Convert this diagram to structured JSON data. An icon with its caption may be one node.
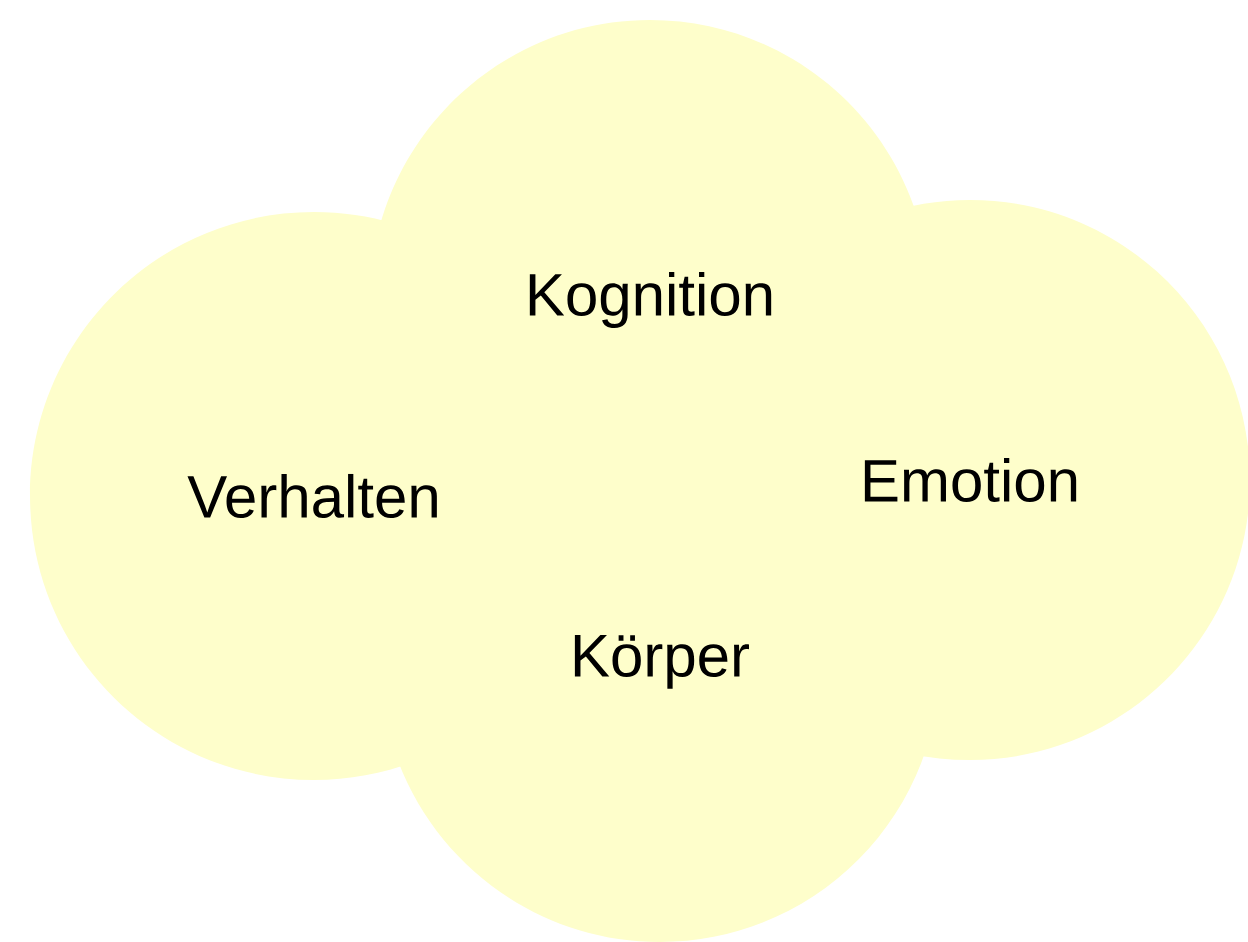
{
  "diagram": {
    "nodes": [
      {
        "text": [
          "Kognition"
        ]
      },
      {
        "text": [
          "Verhalten"
        ]
      },
      {
        "text": [
          "Emotion"
        ]
      },
      {
        "text": [
          "Körper"
        ]
      }
    ]
  }
}
